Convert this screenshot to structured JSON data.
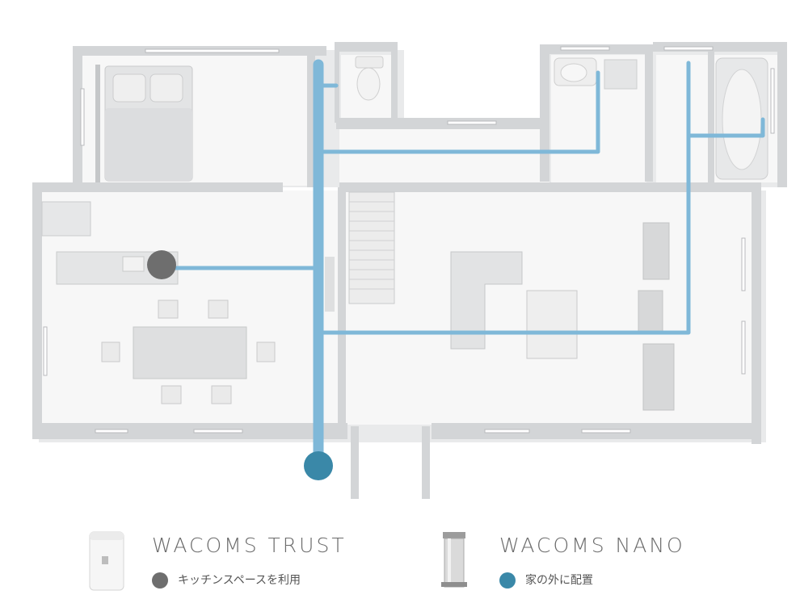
{
  "legend": [
    {
      "title": "WACOMS TRUST",
      "note": "キッチンスペースを利用",
      "dot_color": "#6e6e6e",
      "icon": "water-purifier-cabinet-icon"
    },
    {
      "title": "WACOMS NANO",
      "note": "家の外に配置",
      "dot_color": "#3a88a8",
      "icon": "stainless-filter-tank-icon"
    }
  ],
  "colors": {
    "pipe": "#7fb8d8",
    "outlet_kitchen": "#6e6e6e",
    "outlet_outside": "#3a88a8",
    "wall": "#d2d4d6",
    "floor": "#f6f6f6"
  }
}
